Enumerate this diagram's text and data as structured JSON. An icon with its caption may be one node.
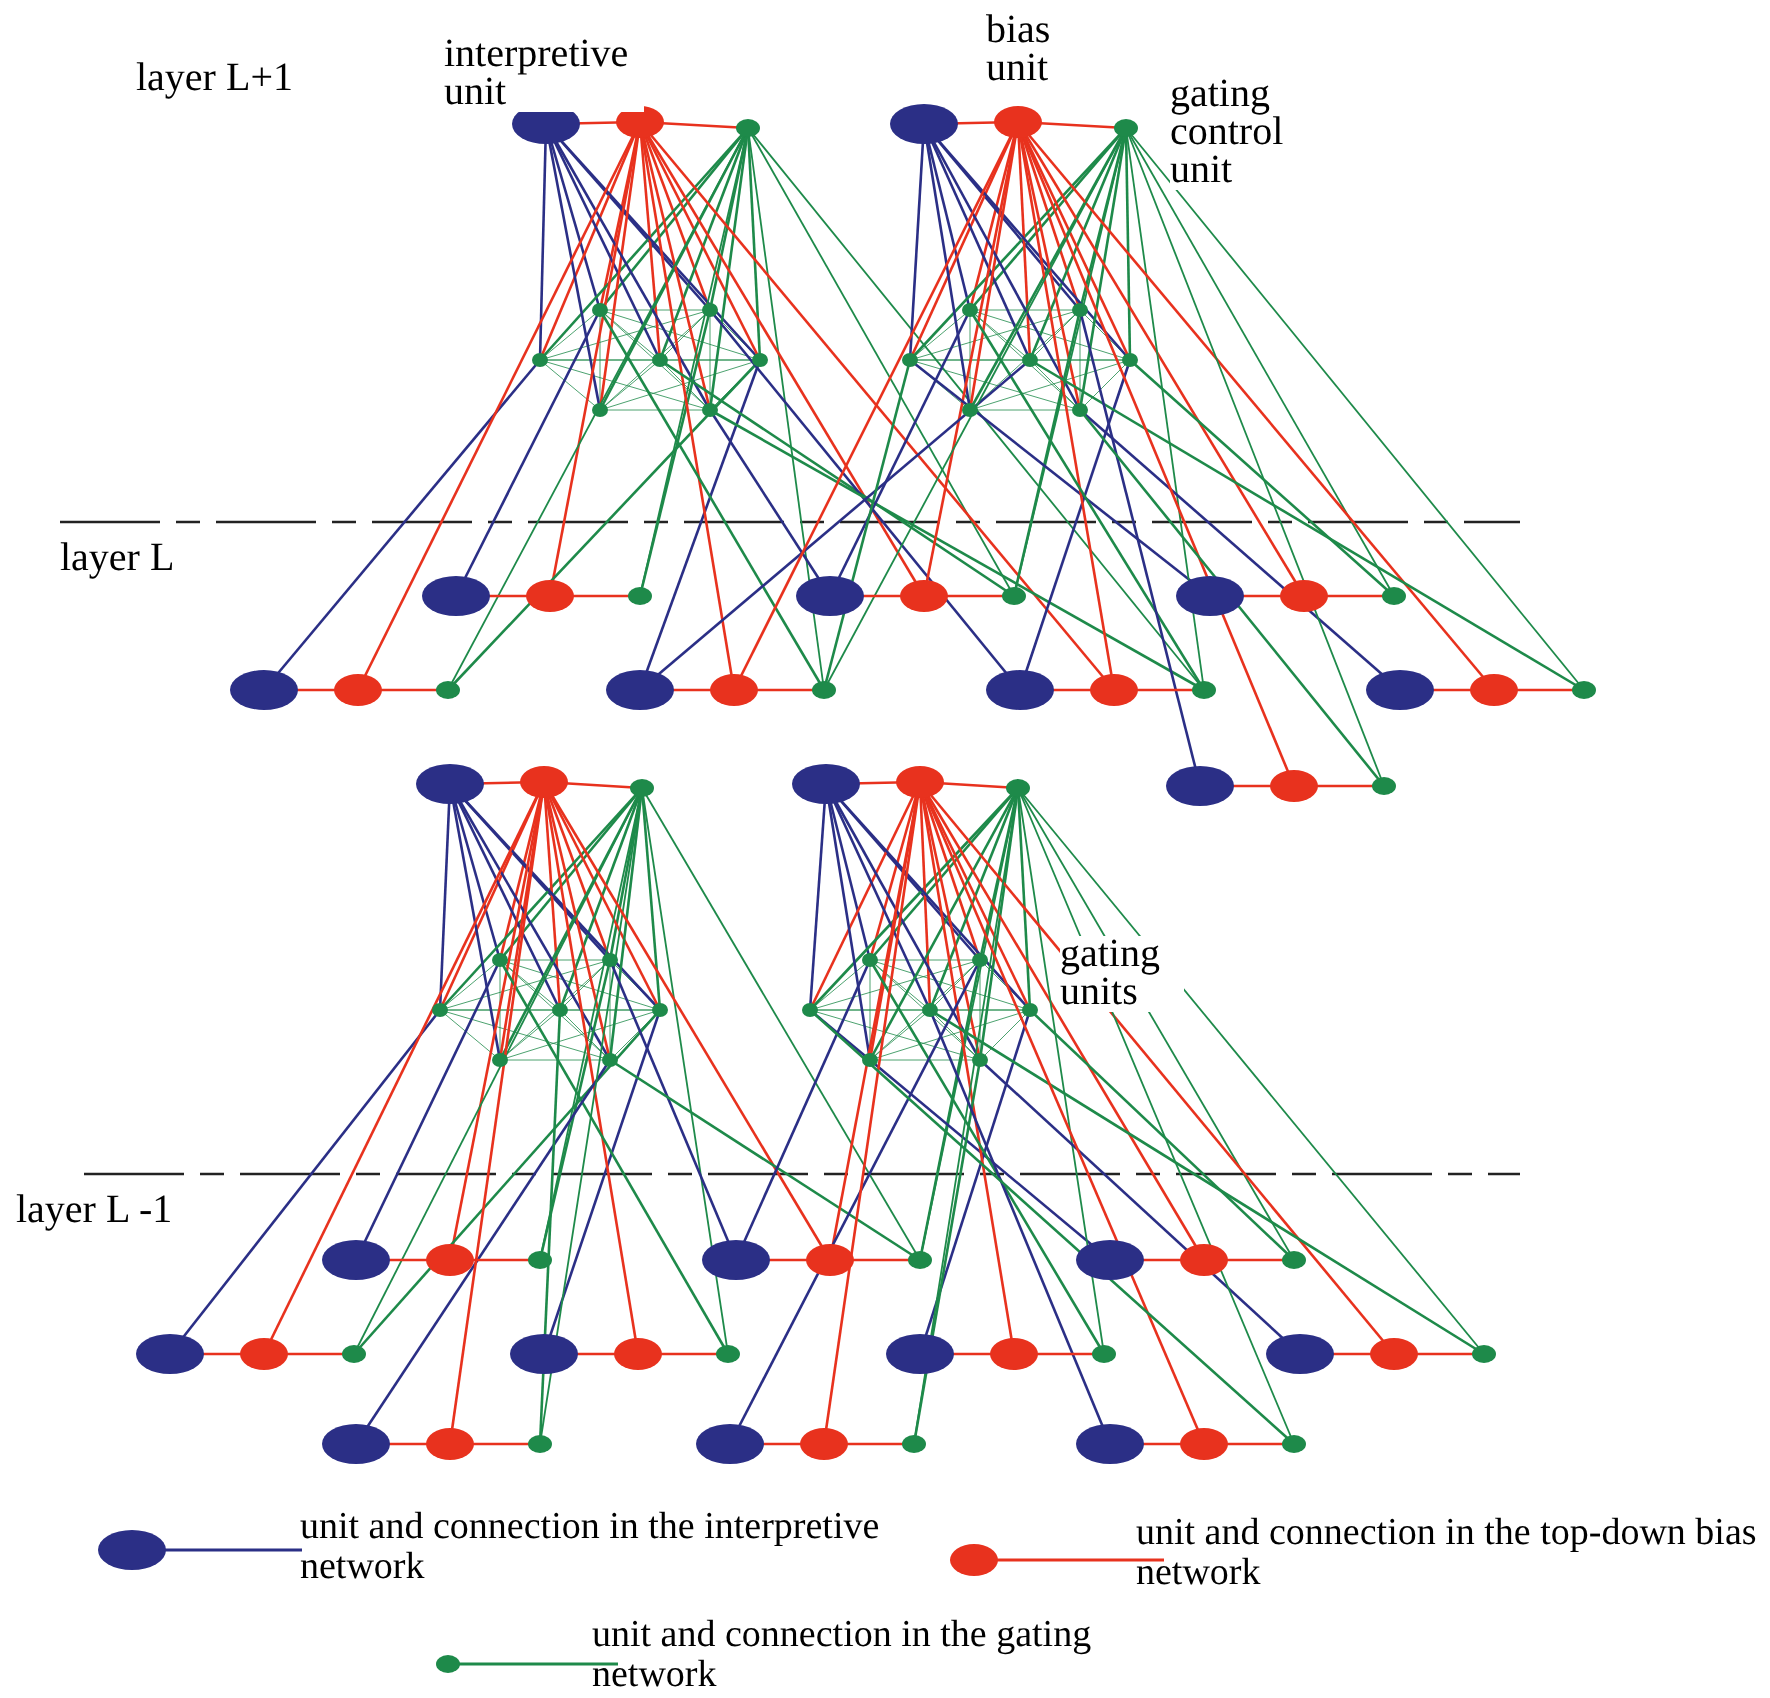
{
  "diagram": {
    "labels": [
      "layer L+1",
      "interpretive unit",
      "bias unit",
      "gating control unit",
      "layer L",
      "gating units",
      "layer L -1"
    ],
    "legend": [
      {
        "text": "unit and connection in the interpretive network"
      },
      {
        "text": "unit and connection in the top-down bias network"
      },
      {
        "text": "unit and connection in the gating network"
      }
    ]
  }
}
